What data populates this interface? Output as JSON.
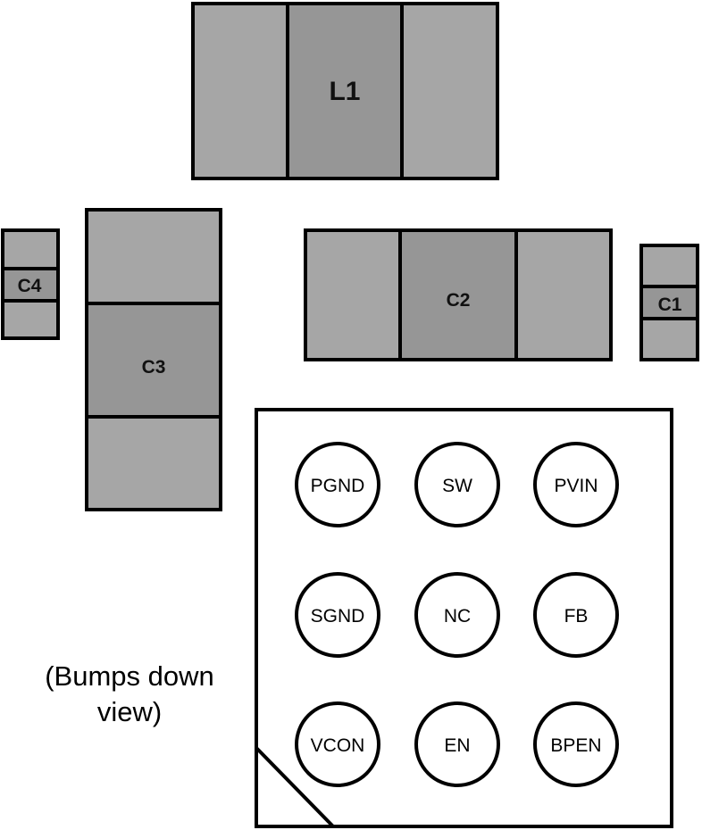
{
  "colors": {
    "pad_fill": "#a6a6a6",
    "body_fill": "#969696",
    "outline": "#000000",
    "bump_fill": "#ffffff"
  },
  "components": {
    "L1": {
      "label": "L1"
    },
    "C2": {
      "label": "C2"
    },
    "C3": {
      "label": "C3"
    },
    "C4": {
      "label": "C4"
    },
    "C1": {
      "label": "C1"
    }
  },
  "chip": {
    "bumps": [
      [
        "PGND",
        "SW",
        "PVIN"
      ],
      [
        "SGND",
        "NC",
        "FB"
      ],
      [
        "VCON",
        "EN",
        "BPEN"
      ]
    ]
  },
  "note": "(Bumps down\nview)"
}
